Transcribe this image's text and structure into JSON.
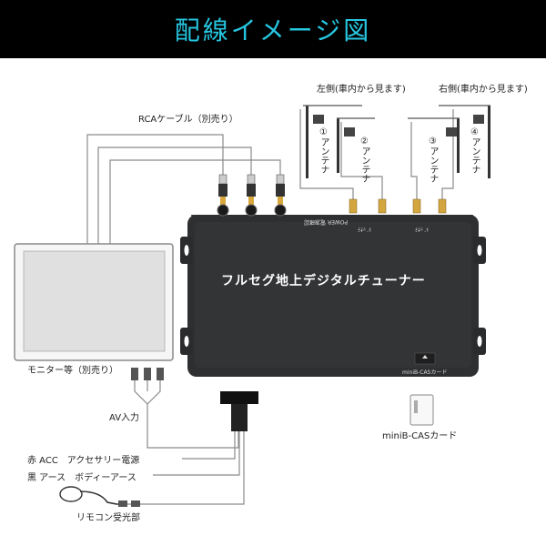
{
  "header": {
    "title": "配線イメージ図"
  },
  "labels": {
    "rca_cable": "RCAケーブル（別売り）",
    "monitor": "モニター等（別売り）",
    "av_input": "AV入力",
    "acc": "赤 ACC　アクセサリー電源",
    "ground": "黒 アース　ボディーアース",
    "remote": "リモコン受光部",
    "minib_cas": "miniB-CASカード",
    "left_side": "左側(車内から見ます)",
    "right_side": "右側(車内から見ます)",
    "antenna_1": "①アンテナ",
    "antenna_2": "②アンテナ",
    "antenna_3": "③アンテナ",
    "antenna_4": "④アンテナ"
  },
  "device": {
    "title": "フルセグ地上デジタルチューナー",
    "card_slot_label": "miniB-CASカード",
    "port_label_ant12": "ﾄﾞｯﾅﾃ",
    "port_label_ant34": "ﾄﾞｯﾅﾃ",
    "power_label": "POWER 電源確認"
  },
  "colors": {
    "header_bg": "#000000",
    "header_text": "#26c6e0",
    "device": "#2e2f31",
    "wire": "#888888"
  }
}
